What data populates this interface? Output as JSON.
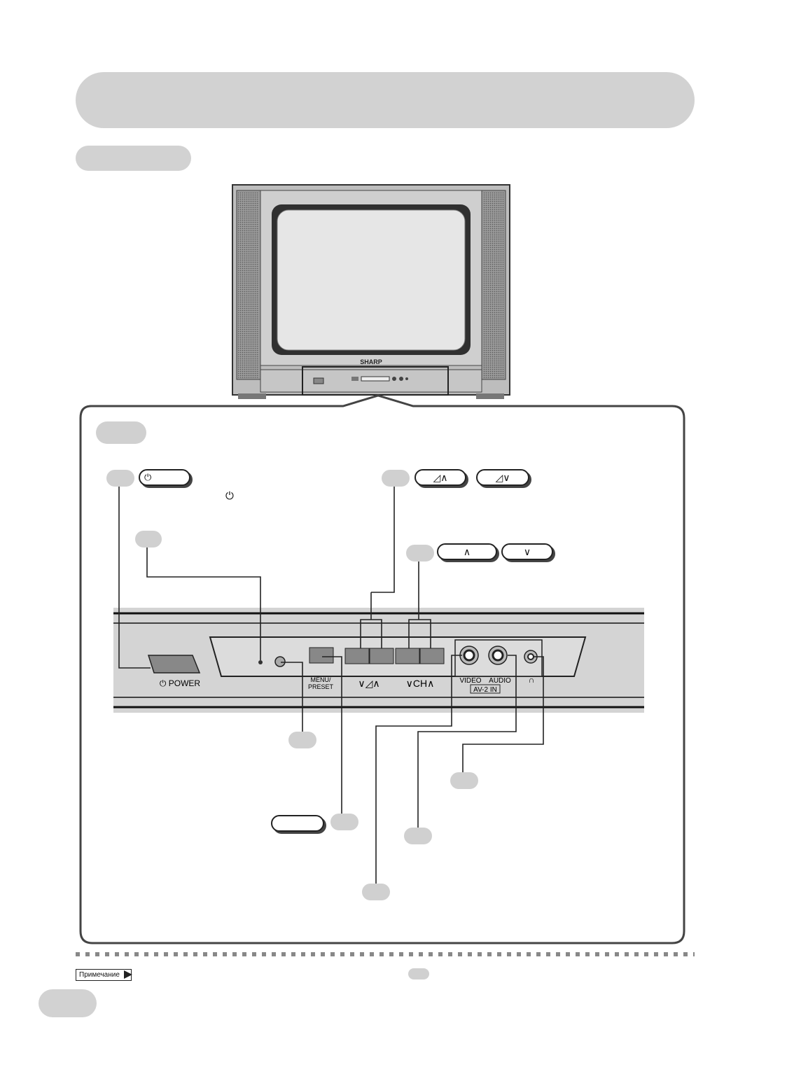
{
  "power_symbol": "⏻",
  "tv": {
    "brand": "SHARP"
  },
  "panel": {
    "power_label": "⏻ POWER",
    "menu_label_line1": "MENU/",
    "menu_label_line2": "PRESET",
    "volume_label": "∨◿∧",
    "channel_label": "∨CH∧",
    "video_label": "VIDEO",
    "audio_label": "AUDIO",
    "av_in_label": "AV-2 IN",
    "headphone_label": "∩"
  },
  "keys": {
    "vol_up": "◿∧",
    "vol_down": "◿∨",
    "ch_up": "∧",
    "ch_down": "∨"
  },
  "note_label": "Примечание"
}
